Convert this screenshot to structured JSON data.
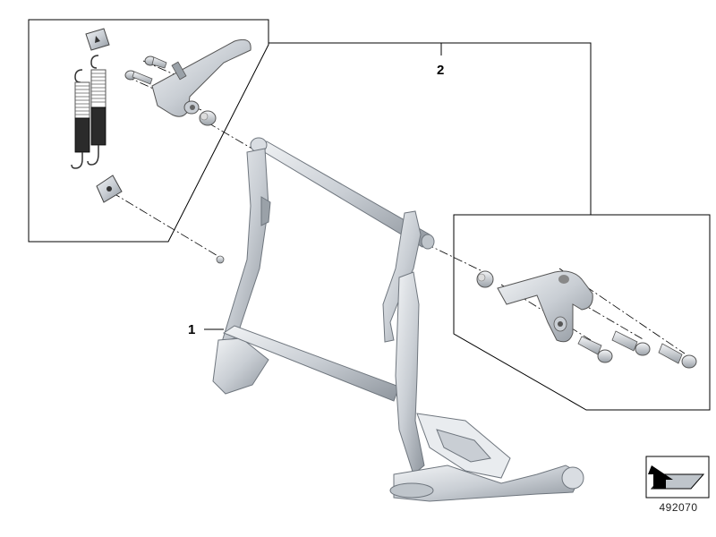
{
  "callouts": [
    {
      "id": "1",
      "label": "1"
    },
    {
      "id": "2",
      "label": "2"
    }
  ],
  "reference_number": "492070",
  "colors": {
    "line": "#000000",
    "part_fill": "#d9dde2",
    "part_shade": "#8d949c",
    "part_highlight": "#f4f6f8",
    "spring_dark": "#2b2b2b"
  }
}
